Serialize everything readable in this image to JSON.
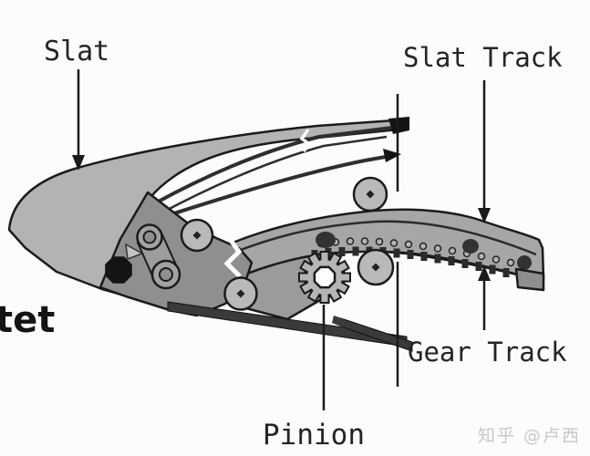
{
  "diagram": {
    "labels": {
      "slat": "Slat",
      "slat_track": "Slat Track",
      "gear_track": "Gear Track",
      "pinion": "Pinion",
      "left_partial_text": "tet",
      "watermark": "知乎 @卢西"
    },
    "colors": {
      "background": "#fcfcfc",
      "outline": "#1b1b1b",
      "slat_fill": "#b3b3b3",
      "fitting_fill": "#8f8f8f",
      "arm_fill": "#9b9b9b",
      "track_fill": "#a6a6a6",
      "roller_fill": "#b9b9b9",
      "pinion_fill": "#b5b5b5",
      "teeth_fill": "#2b2b2b",
      "rod_fill": "#3a3a3a",
      "pivot_black": "#141414",
      "label_text": "#242424",
      "watermark_text": "#c8c8c8"
    }
  }
}
